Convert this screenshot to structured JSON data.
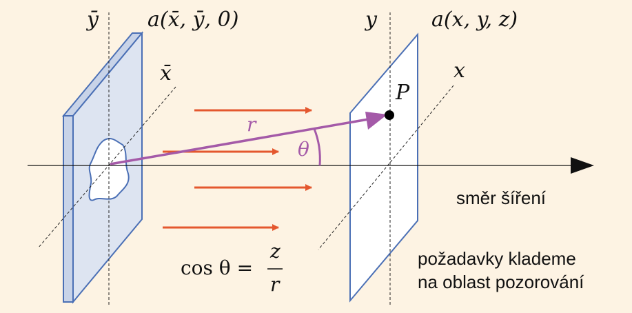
{
  "labels": {
    "source_y_axis": "ȳ",
    "source_x_axis": "x̄",
    "source_field": "a(x̄, ȳ, 0)",
    "obs_y_axis": "y",
    "obs_x_axis": "x",
    "obs_field": "a(x, y, z)",
    "point": "P",
    "distance": "r",
    "angle": "θ",
    "propagation_direction": "směr šíření",
    "formula_lhs": "cos θ =",
    "formula_num": "z",
    "formula_den": "r",
    "note_line1": "požadavky klademe",
    "note_line2": "na oblast pozorování"
  },
  "colors": {
    "background": "#fdf3e3",
    "plane_stroke": "#4a6fb5",
    "plane_fill_source": "#dde4f1",
    "plane_fill_obs": "#ffffff",
    "wave_arrow": "#e4572e",
    "ray": "#a45aa8",
    "text": "#111111"
  }
}
